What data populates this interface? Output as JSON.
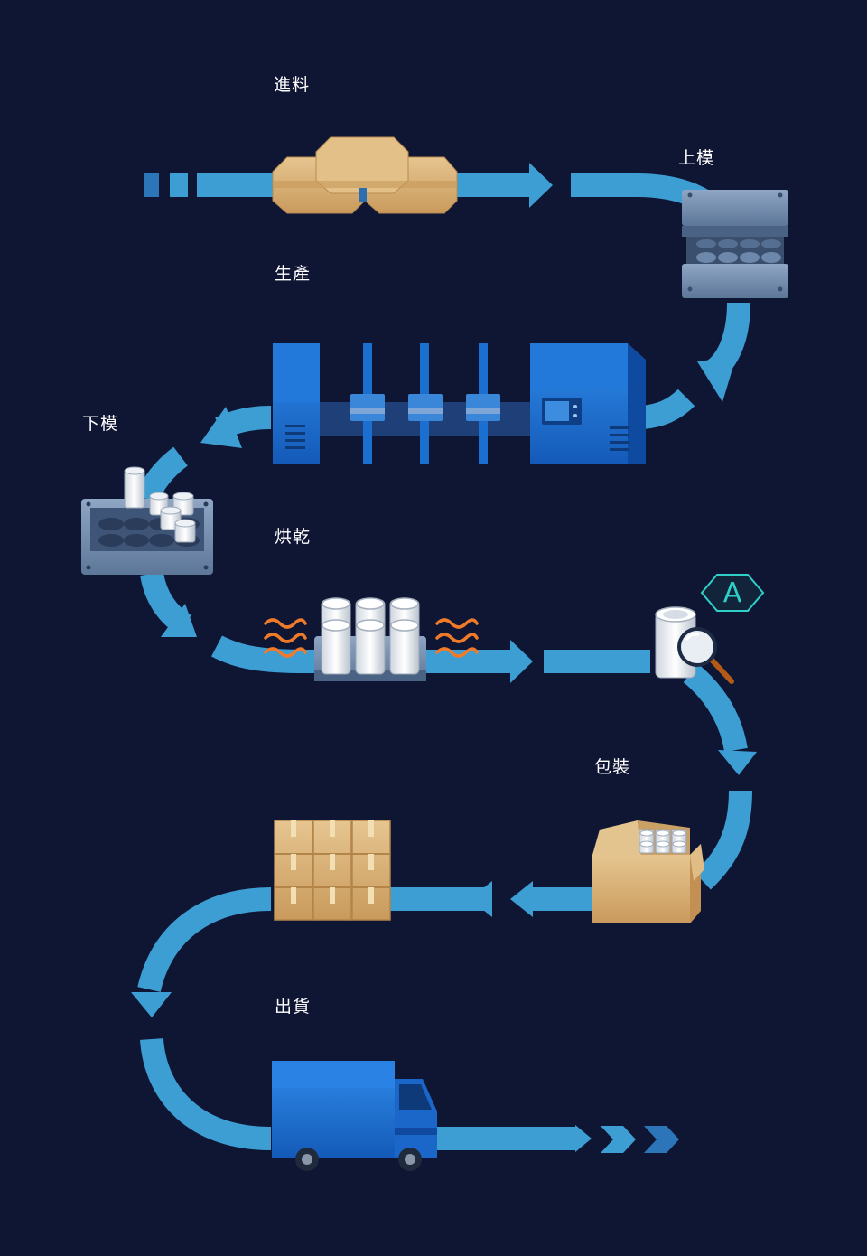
{
  "process_flow": {
    "steps": [
      {
        "label": "進料",
        "icon": "raw-material-blocks-icon"
      },
      {
        "label": "上模",
        "icon": "mold-loading-icon"
      },
      {
        "label": "生產",
        "icon": "production-machine-icon"
      },
      {
        "label": "下模",
        "icon": "demolding-tray-icon"
      },
      {
        "label": "烘乾",
        "icon": "drying-heat-icon"
      },
      {
        "label": "包裝",
        "icon": "packaging-box-icon"
      },
      {
        "label": "出貨",
        "icon": "delivery-truck-icon"
      }
    ],
    "inspection_badge": "A"
  },
  "colors": {
    "background": "#0f1634",
    "flow_arrow": "#3d9ed4",
    "machine_blue": "#1a6fd1",
    "cardboard": "#d7b27a",
    "mold_grey": "#6d88ab",
    "heat_orange": "#f07a2a",
    "badge_cyan": "#2fd0c8"
  }
}
